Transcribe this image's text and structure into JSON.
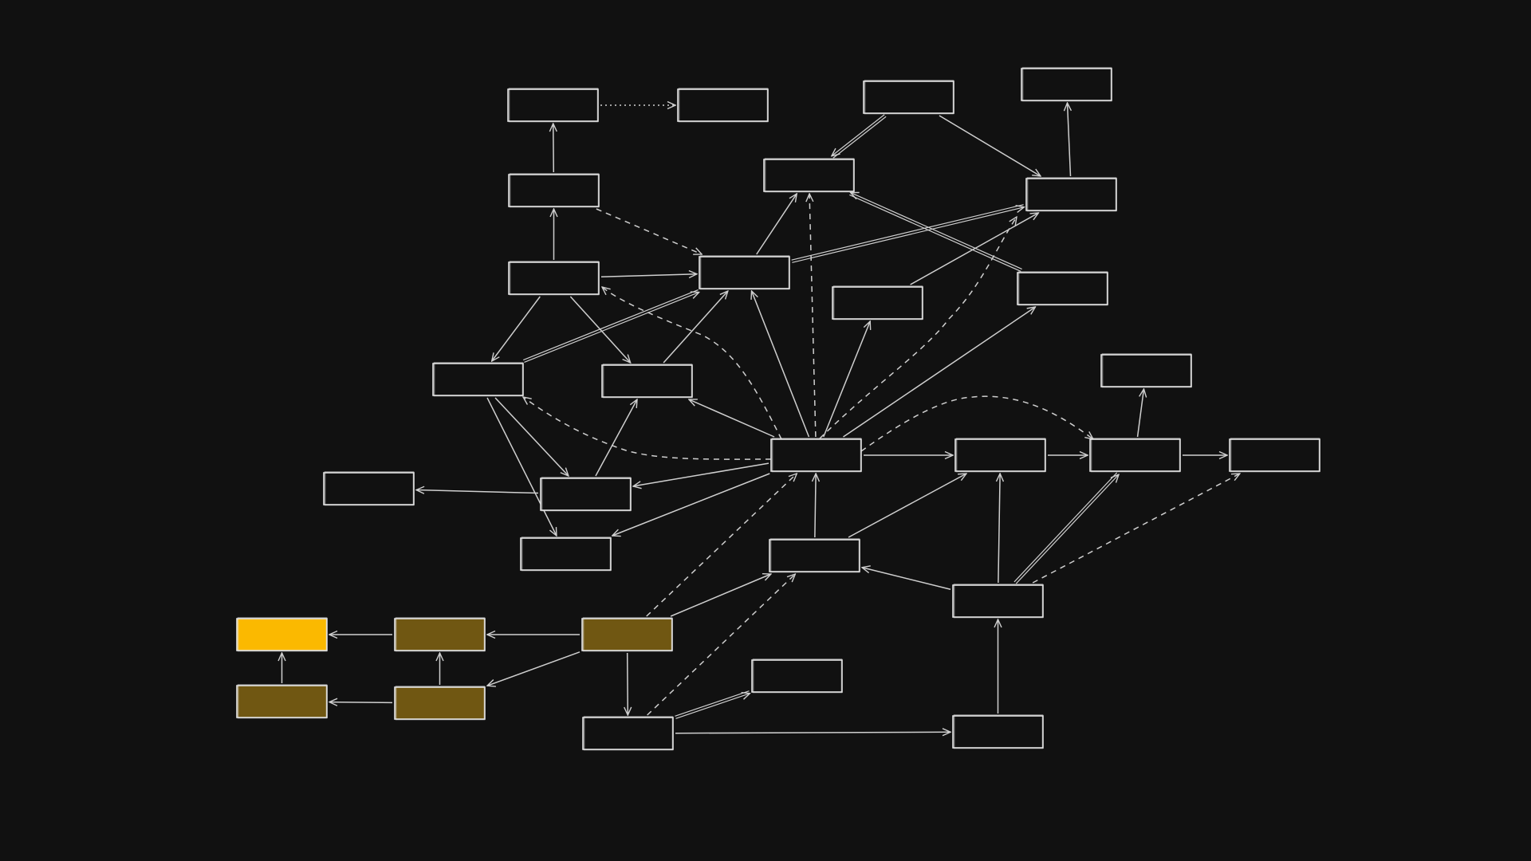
{
  "colors": {
    "background": "#111111",
    "stroke": "#e3e3e3",
    "edge": "#cfcfcf",
    "highlight": "#fbb900",
    "highlight_dim": "#705712",
    "node_fill": "#111111"
  },
  "nodes": [
    {
      "id": "n1",
      "state": "normal"
    },
    {
      "id": "n2",
      "state": "normal"
    },
    {
      "id": "n3",
      "state": "normal"
    },
    {
      "id": "n4",
      "state": "normal"
    },
    {
      "id": "n5",
      "state": "normal"
    },
    {
      "id": "n6",
      "state": "normal"
    },
    {
      "id": "n7",
      "state": "normal"
    },
    {
      "id": "n8",
      "state": "normal"
    },
    {
      "id": "n9",
      "state": "normal"
    },
    {
      "id": "n10",
      "state": "normal"
    },
    {
      "id": "n11",
      "state": "normal"
    },
    {
      "id": "n12",
      "state": "normal"
    },
    {
      "id": "n13",
      "state": "normal"
    },
    {
      "id": "n14",
      "state": "normal"
    },
    {
      "id": "n15",
      "state": "normal"
    },
    {
      "id": "n16",
      "state": "normal"
    },
    {
      "id": "n17",
      "state": "normal"
    },
    {
      "id": "n18",
      "state": "normal"
    },
    {
      "id": "n19",
      "state": "normal"
    },
    {
      "id": "n20",
      "state": "normal"
    },
    {
      "id": "n21",
      "state": "normal"
    },
    {
      "id": "n22",
      "state": "normal"
    },
    {
      "id": "n23",
      "state": "normal"
    },
    {
      "id": "n24",
      "state": "normal"
    },
    {
      "id": "n25",
      "state": "highlight"
    },
    {
      "id": "n26",
      "state": "dim"
    },
    {
      "id": "n27",
      "state": "dim"
    },
    {
      "id": "n28",
      "state": "dim"
    },
    {
      "id": "n29",
      "state": "dim"
    },
    {
      "id": "n30",
      "state": "normal"
    },
    {
      "id": "n31",
      "state": "normal"
    }
  ],
  "edges": [
    {
      "from": "n1",
      "to": "n2",
      "style": "dotted"
    },
    {
      "from": "n5",
      "to": "n1",
      "style": "solid"
    },
    {
      "from": "n9",
      "to": "n5",
      "style": "solid"
    },
    {
      "from": "n5",
      "to": "n10",
      "style": "dashed"
    },
    {
      "from": "n9",
      "to": "n10",
      "style": "solid"
    },
    {
      "from": "n9",
      "to": "n12",
      "style": "solid"
    },
    {
      "from": "n9",
      "to": "n13",
      "style": "solid"
    },
    {
      "from": "n3",
      "to": "n6",
      "style": "double"
    },
    {
      "from": "n3",
      "to": "n7",
      "style": "solid"
    },
    {
      "from": "n7",
      "to": "n4",
      "style": "solid"
    },
    {
      "from": "n8",
      "to": "n7",
      "style": "solid"
    },
    {
      "from": "n10",
      "to": "n6",
      "style": "solid"
    },
    {
      "from": "n10",
      "to": "n7",
      "style": "double"
    },
    {
      "from": "n11",
      "to": "n6",
      "style": "double"
    },
    {
      "from": "n12",
      "to": "n10",
      "style": "double"
    },
    {
      "from": "n13",
      "to": "n10",
      "style": "solid"
    },
    {
      "from": "n12",
      "to": "n16",
      "style": "solid"
    },
    {
      "from": "n12",
      "to": "n18",
      "style": "solid"
    },
    {
      "from": "n16",
      "to": "n13",
      "style": "solid"
    },
    {
      "from": "n16",
      "to": "n15",
      "style": "solid"
    },
    {
      "from": "n17",
      "to": "n10",
      "style": "solid"
    },
    {
      "from": "n17",
      "to": "n13",
      "style": "solid"
    },
    {
      "from": "n17",
      "to": "n16",
      "style": "solid"
    },
    {
      "from": "n17",
      "to": "n18",
      "style": "solid"
    },
    {
      "from": "n17",
      "to": "n6",
      "style": "dashed"
    },
    {
      "from": "n17",
      "to": "n11",
      "style": "solid"
    },
    {
      "from": "n17",
      "to": "n7",
      "style": "dashed"
    },
    {
      "from": "n17",
      "to": "n8",
      "style": "solid"
    },
    {
      "from": "n17",
      "to": "n12",
      "style": "dashed"
    },
    {
      "from": "n17",
      "to": "n9",
      "style": "dashed"
    },
    {
      "from": "n17",
      "to": "n20",
      "style": "dashed"
    },
    {
      "from": "n17",
      "to": "n19",
      "style": "solid"
    },
    {
      "from": "n19",
      "to": "n20",
      "style": "solid"
    },
    {
      "from": "n20",
      "to": "n14",
      "style": "solid"
    },
    {
      "from": "n20",
      "to": "n21",
      "style": "solid"
    },
    {
      "from": "n22",
      "to": "n17",
      "style": "solid"
    },
    {
      "from": "n22",
      "to": "n19",
      "style": "solid"
    },
    {
      "from": "n24",
      "to": "n22",
      "style": "solid"
    },
    {
      "from": "n24",
      "to": "n19",
      "style": "solid"
    },
    {
      "from": "n24",
      "to": "n20",
      "style": "double"
    },
    {
      "from": "n24",
      "to": "n21",
      "style": "dashed"
    },
    {
      "from": "n31",
      "to": "n24",
      "style": "solid"
    },
    {
      "from": "n27",
      "to": "n17",
      "style": "dashed"
    },
    {
      "from": "n27",
      "to": "n22",
      "style": "solid"
    },
    {
      "from": "n27",
      "to": "n26",
      "style": "solid"
    },
    {
      "from": "n27",
      "to": "n29",
      "style": "solid"
    },
    {
      "from": "n27",
      "to": "n30",
      "style": "solid"
    },
    {
      "from": "n30",
      "to": "n22",
      "style": "dashed"
    },
    {
      "from": "n30",
      "to": "n23",
      "style": "double"
    },
    {
      "from": "n30",
      "to": "n31",
      "style": "solid"
    },
    {
      "from": "n26",
      "to": "n25",
      "style": "solid"
    },
    {
      "from": "n29",
      "to": "n26",
      "style": "solid"
    },
    {
      "from": "n29",
      "to": "n28",
      "style": "solid"
    },
    {
      "from": "n28",
      "to": "n25",
      "style": "solid"
    }
  ]
}
